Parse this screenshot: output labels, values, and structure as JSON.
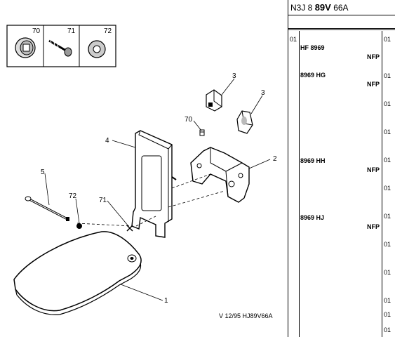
{
  "header": {
    "prefix": "N3J 8",
    "code_bold": "89V",
    "suffix": "66A"
  },
  "thumbnail_labels": [
    "70",
    "71",
    "72"
  ],
  "callouts": {
    "c1": "1",
    "c2": "2",
    "c3a": "3",
    "c3b": "3",
    "c4": "4",
    "c5": "5",
    "c70": "70",
    "c71": "71",
    "c72": "72"
  },
  "drawing_ref": "V 12/95 HJ89V66A",
  "table": {
    "left_code": "01",
    "rows": [
      {
        "ref": "HF 8969",
        "nfp": "NFP"
      },
      {
        "ref": "8969 HG",
        "nfp": "NFP"
      },
      {
        "ref": "8969 HH",
        "nfp": "NFP"
      },
      {
        "ref": "8969 HJ",
        "nfp": "NFP"
      }
    ],
    "right_codes": [
      "01",
      "01",
      "01",
      "01",
      "01",
      "01",
      "01",
      "01",
      "01",
      "01",
      "01",
      "01"
    ]
  }
}
